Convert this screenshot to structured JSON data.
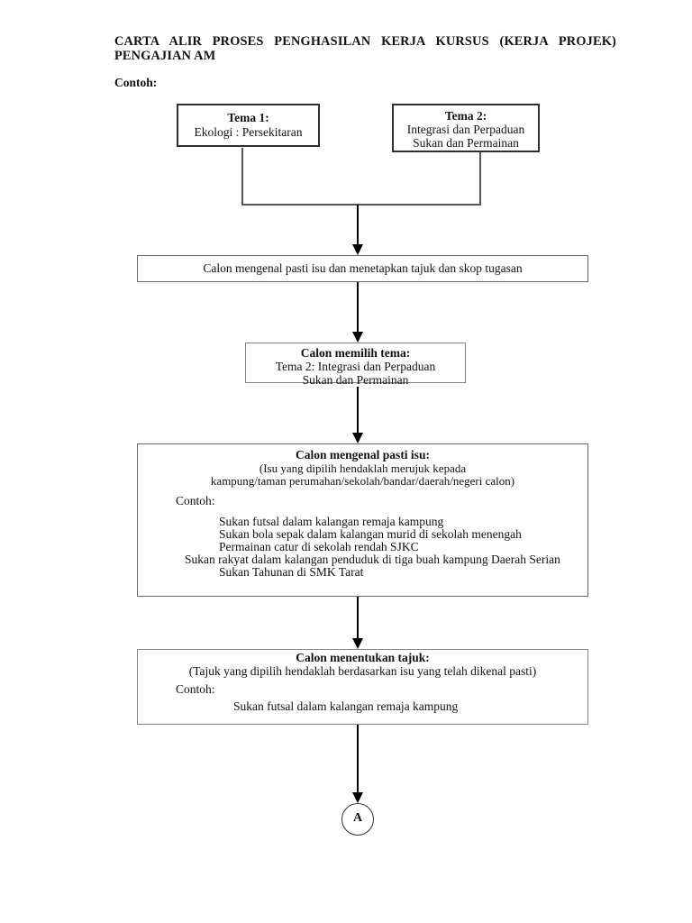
{
  "page": {
    "title_line1": "CARTA ALIR PROSES PENGHASILAN KERJA KURSUS (KERJA PROJEK)",
    "title_line2": "PENGAJIAN AM",
    "example_label": "Contoh:"
  },
  "flow": {
    "tema1": {
      "heading": "Tema 1:",
      "text": "Ekologi : Persekitaran"
    },
    "tema2": {
      "heading": "Tema 2:",
      "line1": "Integrasi dan Perpaduan",
      "line2": "Sukan dan Permainan"
    },
    "step_identify_scope": {
      "text": "Calon mengenal pasti isu dan menetapkan tajuk dan skop tugasan"
    },
    "step_choose_theme": {
      "heading": "Calon memilih tema:",
      "line1": "Tema 2: Integrasi dan Perpaduan",
      "line2": "Sukan dan Permainan"
    },
    "step_identify_issue": {
      "heading": "Calon mengenal pasti isu:",
      "note_line1": "(Isu yang dipilih hendaklah merujuk kepada",
      "note_line2": "kampung/taman perumahan/sekolah/bandar/daerah/negeri calon)",
      "example_label": "Contoh:",
      "items": [
        "Sukan futsal dalam kalangan remaja kampung",
        "Sukan bola sepak dalam kalangan murid di sekolah menengah",
        "Permainan catur di sekolah rendah SJKC",
        "Sukan rakyat dalam kalangan penduduk di tiga buah kampung Daerah Serian",
        "Sukan Tahunan di SMK Tarat"
      ]
    },
    "step_determine_title": {
      "heading": "Calon menentukan tajuk:",
      "note": "(Tajuk yang dipilih hendaklah berdasarkan isu yang telah dikenal pasti)",
      "example_label": "Contoh:",
      "example": "Sukan futsal dalam kalangan remaja kampung"
    },
    "connector_label": "A"
  },
  "colors": {
    "ink": "#111111",
    "connector_gray": "#555555",
    "box_border_dark": "#2f2f2f",
    "box_border_light": "#828282",
    "page_background": "#ffffff"
  }
}
